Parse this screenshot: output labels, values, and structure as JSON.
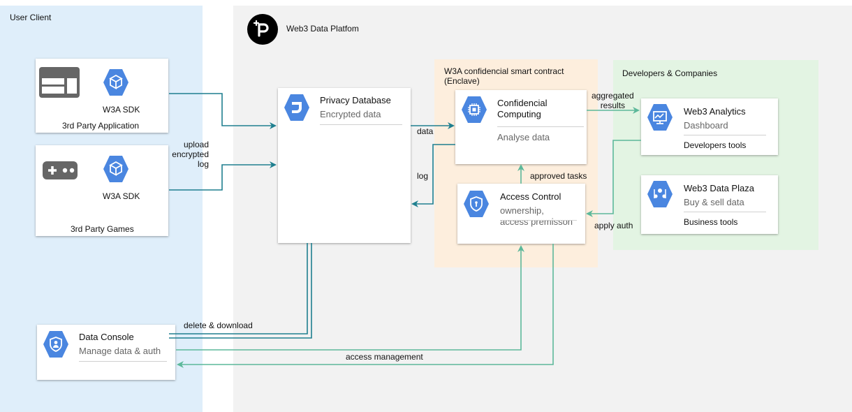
{
  "regions": {
    "user_client": "User Client",
    "platform": "Web3 Data Platfom",
    "enclave": "W3A confidencial smart contract\n(Enclave)",
    "developers": "Developers & Companies"
  },
  "nodes": {
    "third_party_app": {
      "sdk": "W3A SDK",
      "label": "3rd Party Application"
    },
    "third_party_games": {
      "sdk": "W3A SDK",
      "label": "3rd Party Games"
    },
    "privacy_db": {
      "title": "Privacy Database",
      "sub": "Encrypted data"
    },
    "confidential": {
      "title": "Confidencial\nComputing",
      "sub": "Analyse data"
    },
    "access_control": {
      "title": "Access Control",
      "sub": "ownership,\naccess premisson"
    },
    "analytics": {
      "title": "Web3 Analytics",
      "sub": "Dashboard",
      "foot": "Developers tools"
    },
    "plaza": {
      "title": "Web3 Data Plaza",
      "sub": "Buy & sell data",
      "foot": "Business tools"
    },
    "data_console": {
      "title": "Data Console",
      "sub": "Manage data & auth"
    }
  },
  "edges": {
    "upload": "upload\nencrypted\nlog",
    "data": "data",
    "log": "log",
    "aggregated": "aggregated\nresults",
    "approved": "approved tasks",
    "apply_auth": "apply auth",
    "delete_download": "delete & download",
    "access_mgmt": "access management"
  },
  "colors": {
    "teal": "#1f7f8f",
    "green": "#5cb89a",
    "icon_blue": "#4a86e0"
  }
}
